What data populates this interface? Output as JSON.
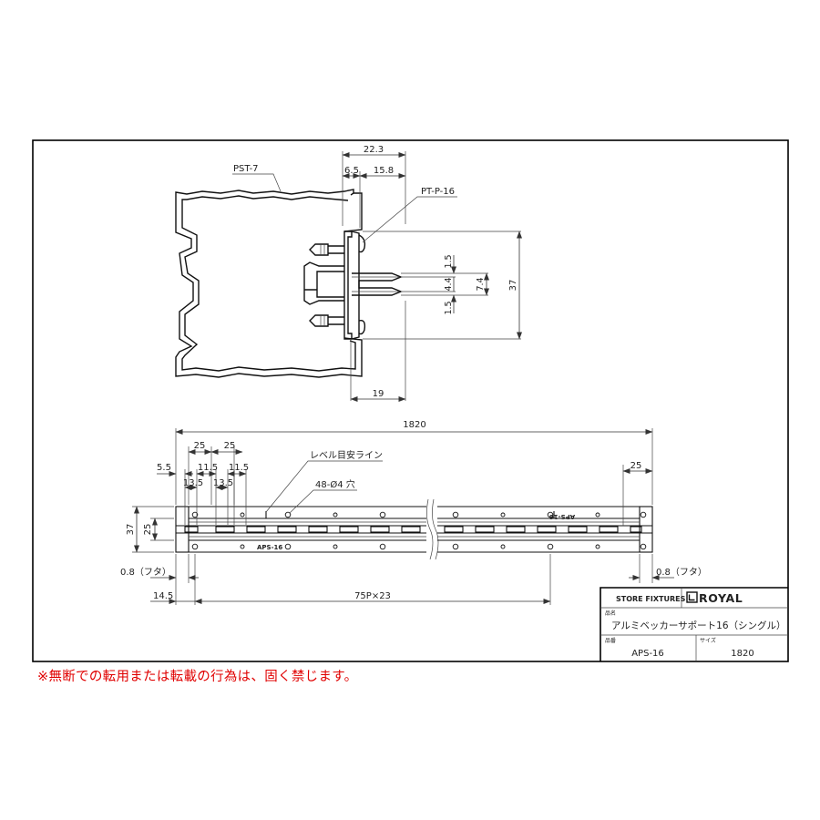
{
  "labels": {
    "pst": "PST-7",
    "ptp": "PT-P-16",
    "level_line": "レベル目安ライン",
    "holes": "48-Ø4 穴",
    "rail_mark": "APS-16",
    "cap_left": "0.8（フタ）",
    "cap_right": "0.8（フタ）"
  },
  "dimensions": {
    "d22_3": "22.3",
    "d6_5": "6.5",
    "d15_8": "15.8",
    "d19": "19",
    "d37_top": "37",
    "d1_5a": "1.5",
    "d4_4": "4.4",
    "d1_5b": "1.5",
    "d7_4": "7.4",
    "d1820": "1820",
    "d25a": "25",
    "d25b": "25",
    "d25r": "25",
    "d5_5": "5.5",
    "d11_5a": "11.5",
    "d11_5b": "11.5",
    "d13_5a": "13.5",
    "d13_5b": "13.5",
    "d37_side": "37",
    "d25_side": "25",
    "d14_5": "14.5",
    "d75p": "75P×23"
  },
  "title_block": {
    "store_fixtures": "STORE FIXTURES",
    "brand": "ROYAL",
    "name_caption": "品名",
    "product_name": "アルミベッカーサポート16（シングル）",
    "code_caption": "品番",
    "size_caption": "サイズ",
    "code": "APS-16",
    "size": "1820"
  },
  "notice": "※無断での転用または転載の行為は、固く禁じます。"
}
